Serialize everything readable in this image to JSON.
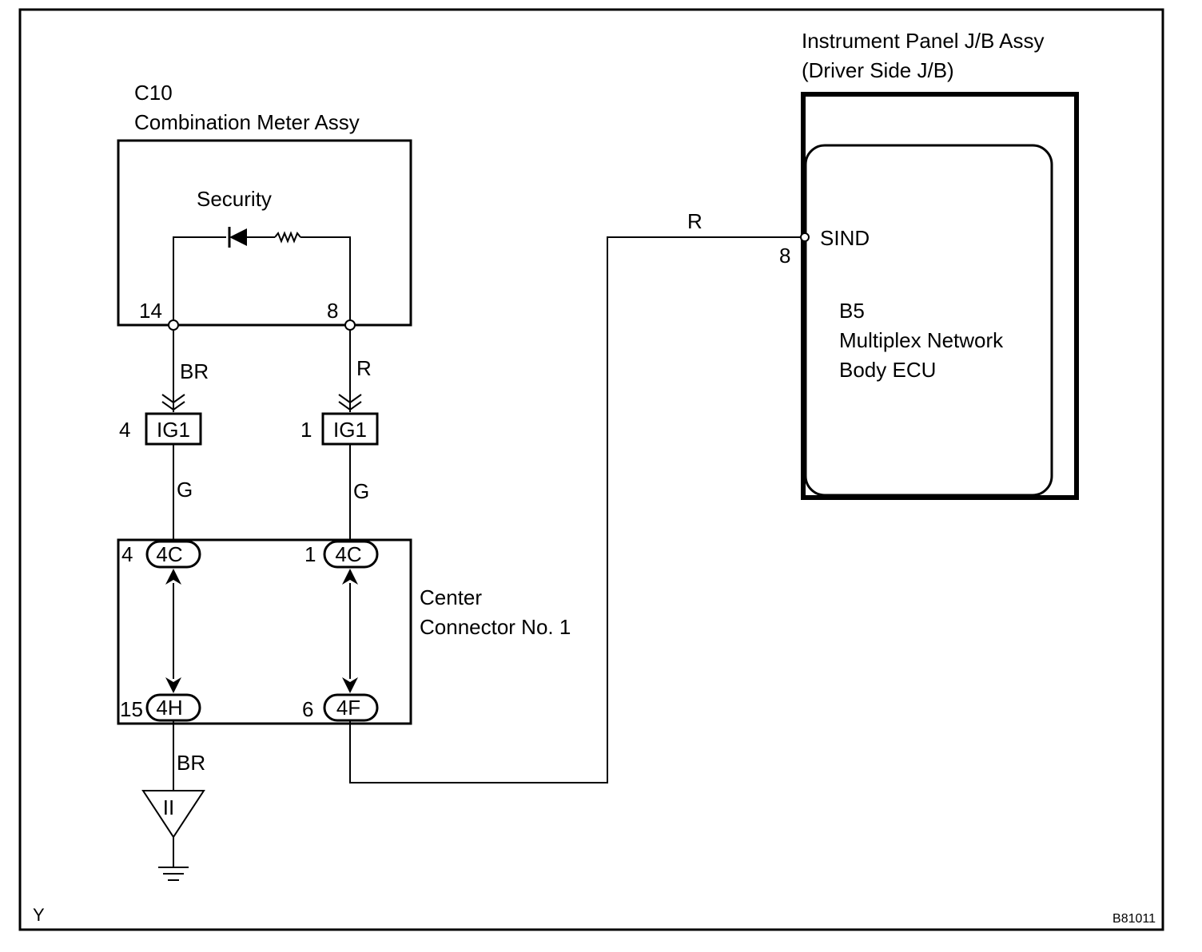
{
  "components": {
    "combination_meter": {
      "code": "C10",
      "name": "Combination Meter Assy"
    },
    "security_indicator": {
      "label": "Security"
    },
    "instrument_panel_jb": {
      "line1": "Instrument Panel J/B Assy",
      "line2": "(Driver Side J/B)"
    },
    "body_ecu": {
      "code": "B5",
      "line1": "Multiplex Network",
      "line2": "Body ECU"
    },
    "center_connector": {
      "line1": "Center",
      "line2": "Connector No. 1"
    },
    "ground_symbol": {
      "label": "II"
    }
  },
  "pins": {
    "meter_left": "14",
    "meter_right": "8",
    "ig1_left": "4",
    "ig1_right": "1",
    "cc_top_left": "4",
    "cc_top_right": "1",
    "cc_bottom_left": "15",
    "cc_bottom_right": "6",
    "ecu_sind": "8"
  },
  "connectors": {
    "ig1_left": "IG1",
    "ig1_right": "IG1",
    "cc_top_left": "4C",
    "cc_top_right": "4C",
    "cc_bottom_left": "4H",
    "cc_bottom_right": "4F"
  },
  "terminals": {
    "sind": "SIND"
  },
  "wire_colors": {
    "meter_left_down": "BR",
    "meter_right_down": "R",
    "ig1_left_down": "G",
    "ig1_right_down": "G",
    "ground_lead": "BR",
    "to_ecu": "R"
  },
  "footer": {
    "left_code": "Y",
    "right_code": "B81011"
  }
}
